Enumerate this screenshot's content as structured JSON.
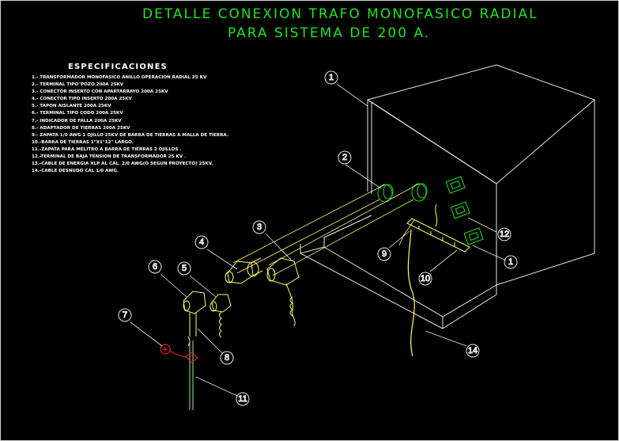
{
  "title": {
    "line1": "DETALLE CONEXION TRAFO MONOFASICO RADIAL",
    "line2": "PARA SISTEMA DE 200 A."
  },
  "specs": {
    "heading": "ESPECIFICACIONES",
    "items": [
      "1.- TRANSFORMADOR MONOFASICO ANILLO OPERACION RADIAL 25 KV",
      "2.- TERMINAL TIPO\"POZO 200A 25KV",
      "3.- CONECTOR INSERTO CON APARTARRAYO 200A 25KV",
      "4.- CONECTOR TIPO INSERTO 200A 25KV",
      "5.- TAPON AISLANTE 200A 25KV",
      "6.- TERMINAL TIPO CODO 200A 25KV",
      "7.- INDICADOR DE FALLA 200A 25KV",
      "8.- ADAPTADOR DE TIERRAS 200A 25KV",
      "9.- ZAPATA 1/0 AWG 1 OJILLO 25KV DE BARRA DE TIERRAS A MALLA DE TIERRA.",
      "10.-BARRA DE TIERRAS 1\"X1\"12\" LARGO.",
      "11.-ZAPATA PARA MELITRO A BARRA DE TIERRAS 2 OJILLOS .",
      "12.-TERMINAL DE BAJA TENSION DE TRANSFORMADOR 25 KV .",
      "13.-CABLE DE ENERGIA XLP AL CAL. 2/0 AWG(O SEGUN PROYECTO) 25KV.",
      "14.-CABLE DESNUDO CAL 1/0 AWG."
    ]
  },
  "callouts": [
    {
      "id": "c1-top",
      "label": "1"
    },
    {
      "id": "c2",
      "label": "2"
    },
    {
      "id": "c3",
      "label": "3"
    },
    {
      "id": "c4",
      "label": "4"
    },
    {
      "id": "c5",
      "label": "5"
    },
    {
      "id": "c6",
      "label": "6"
    },
    {
      "id": "c7",
      "label": "7"
    },
    {
      "id": "c8",
      "label": "8"
    },
    {
      "id": "c9",
      "label": "9"
    },
    {
      "id": "c10",
      "label": "10"
    },
    {
      "id": "c11",
      "label": "11"
    },
    {
      "id": "c12",
      "label": "12"
    },
    {
      "id": "c1-right",
      "label": "1"
    },
    {
      "id": "c14",
      "label": "14"
    }
  ],
  "colors": {
    "background": "#000000",
    "title": "#22e322",
    "linework": "#ffffff",
    "equipment": "#ffff66",
    "terminals": "#22dd22",
    "fault_indicator": "#ff2a2a",
    "ground": "#9ae69a"
  }
}
